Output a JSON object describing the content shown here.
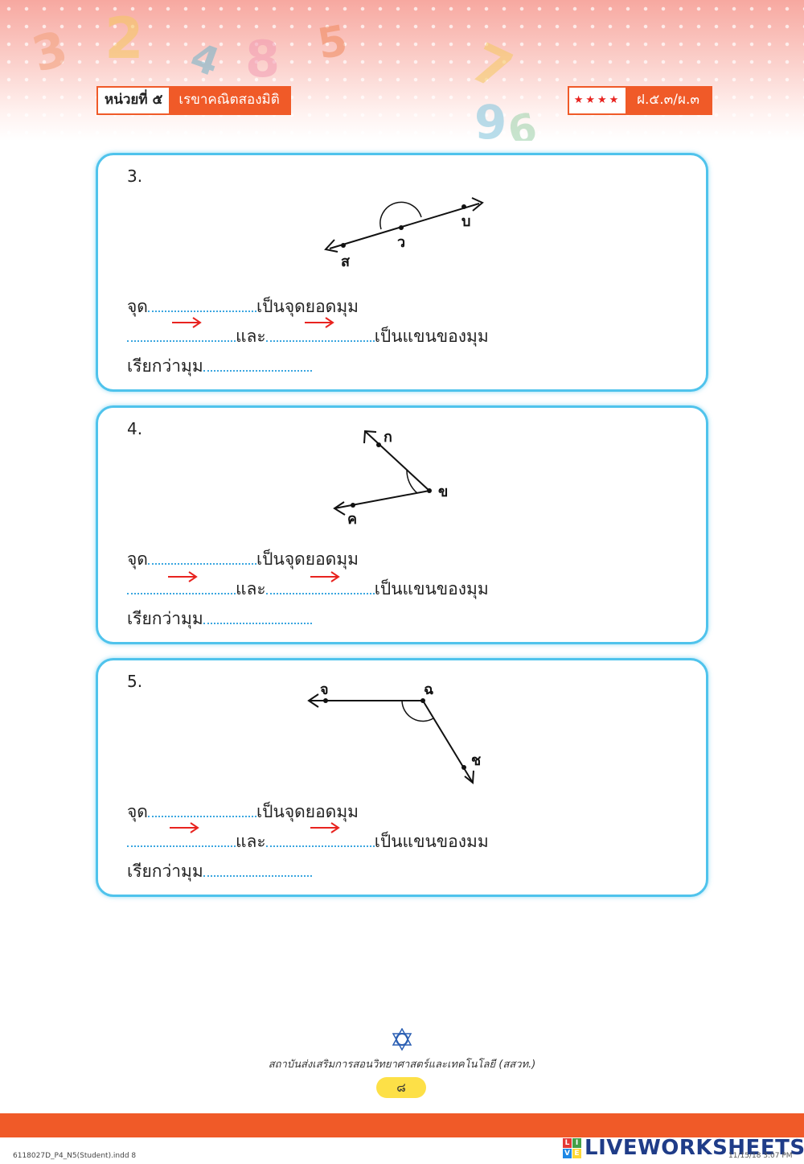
{
  "header": {
    "unit_label": "หน่วยที่ ๕",
    "unit_title": "เรขาคณิตสองมิติ",
    "stars": "★★★★",
    "standard_code": "ฝ.๕.๓/ผ.๓"
  },
  "questions": [
    {
      "number": "3.",
      "points": [
        "ส",
        "ว",
        "บ"
      ],
      "line1": "จุด",
      "line1_tail": "เป็นจุดยอดมุม",
      "line2_mid": "และ",
      "line2_tail": "เป็นแขนของมุม",
      "line3": "เรียกว่ามุม"
    },
    {
      "number": "4.",
      "points": [
        "ก",
        "ข",
        "ค"
      ],
      "line1": "จุด",
      "line1_tail": "เป็นจุดยอดมุม",
      "line2_mid": "และ",
      "line2_tail": "เป็นแขนของมุม",
      "line3": "เรียกว่ามุม"
    },
    {
      "number": "5.",
      "points": [
        "จ",
        "ฉ",
        "ช"
      ],
      "line1": "จุด",
      "line1_tail": "เป็นจุดยอดมุม",
      "line2_mid": "และ",
      "line2_tail": "เป็นแขนของมม",
      "line3": "เรียกว่ามุม"
    }
  ],
  "footer": {
    "institute": "สถาบันส่งเสริมการสอนวิทยาศาสตร์และเทคโนโลยี (สสวท.)",
    "page_number": "๘",
    "file_name": "6118027D_P4_N5(Student).indd 8",
    "brand_live": [
      "L",
      "I",
      "V",
      "E"
    ],
    "brand_word": "LIVEWORKSHEETS",
    "timestamp": "11/15/18 3:07 PM"
  },
  "colors": {
    "accent": "#f05a28",
    "card_border": "#4fc3ec",
    "arrow_red": "#e8231f",
    "dots_blue": "#3aa6e0"
  }
}
